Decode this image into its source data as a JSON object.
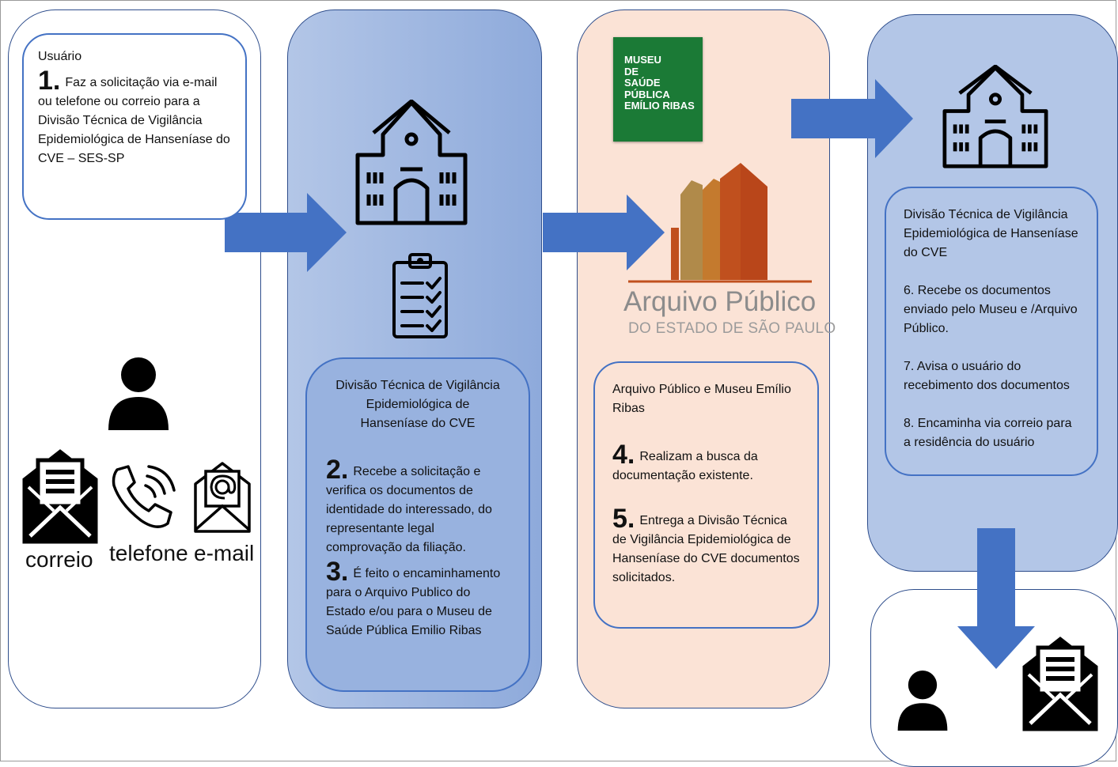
{
  "user_box": {
    "title": "Usuário",
    "step_number": "1.",
    "step_text_first": "Faz a solicitação via e-mail",
    "step_text_rest": "ou telefone ou correio para a Divisão Técnica de Vigilância Epidemiológica de Hanseníase do CVE – SES-SP"
  },
  "channels": {
    "mail_label": "correio",
    "phone_label": "telefone",
    "email_label": "e-mail"
  },
  "division_box": {
    "title": "Divisão Técnica de Vigilância Epidemiológica de Hanseníase do CVE",
    "step2_number": "2.",
    "step2_text_first": "Recebe a solicitação e",
    "step2_text_rest": "verifica os documentos de identidade do interessado, do representante legal comprovação da filiação.",
    "step3_number": "3.",
    "step3_text_first": "É feito o encaminhamento",
    "step3_text_rest": "para o Arquivo Publico do Estado e/ou para o Museu de Saúde Pública Emilio Ribas"
  },
  "archive": {
    "museum_logo_lines": [
      "MUSEU",
      "DE",
      "SAÚDE",
      "PÚBLICA",
      "EMÍLIO RIBAS"
    ],
    "logo_title": "Arquivo Público",
    "logo_subtitle": "DO ESTADO DE SÃO PAULO",
    "title": "Arquivo Público e Museu Emílio Ribas",
    "step4_number": "4.",
    "step4_text_first": "Realizam a busca da",
    "step4_text_rest": "documentação existente.",
    "step5_number": "5.",
    "step5_text_first": "Entrega a Divisão Técnica",
    "step5_text_rest": "de Vigilância Epidemiológica de Hanseníase do CVE documentos solicitados."
  },
  "return_box": {
    "title": "Divisão Técnica de Vigilância Epidemiológica de Hanseníase do CVE",
    "step6": "6. Recebe os documentos enviado pelo Museu e /Arquivo Público.",
    "step7": "7. Avisa o usuário do recebimento dos documentos",
    "step8": "8. Encaminha via correio para a residência do usuário"
  },
  "colors": {
    "arrow": "#4472c4",
    "column_blue": "#8eaadb",
    "column_peach": "#fbe3d6",
    "box_border": "#4472c4",
    "museum_green": "#1b7a36",
    "archive_orange": "#c0501e"
  },
  "icons": [
    "building-icon",
    "clipboard-icon",
    "person-icon",
    "envelope-icon",
    "phone-icon",
    "email-envelope-icon",
    "archive-building-logo"
  ]
}
